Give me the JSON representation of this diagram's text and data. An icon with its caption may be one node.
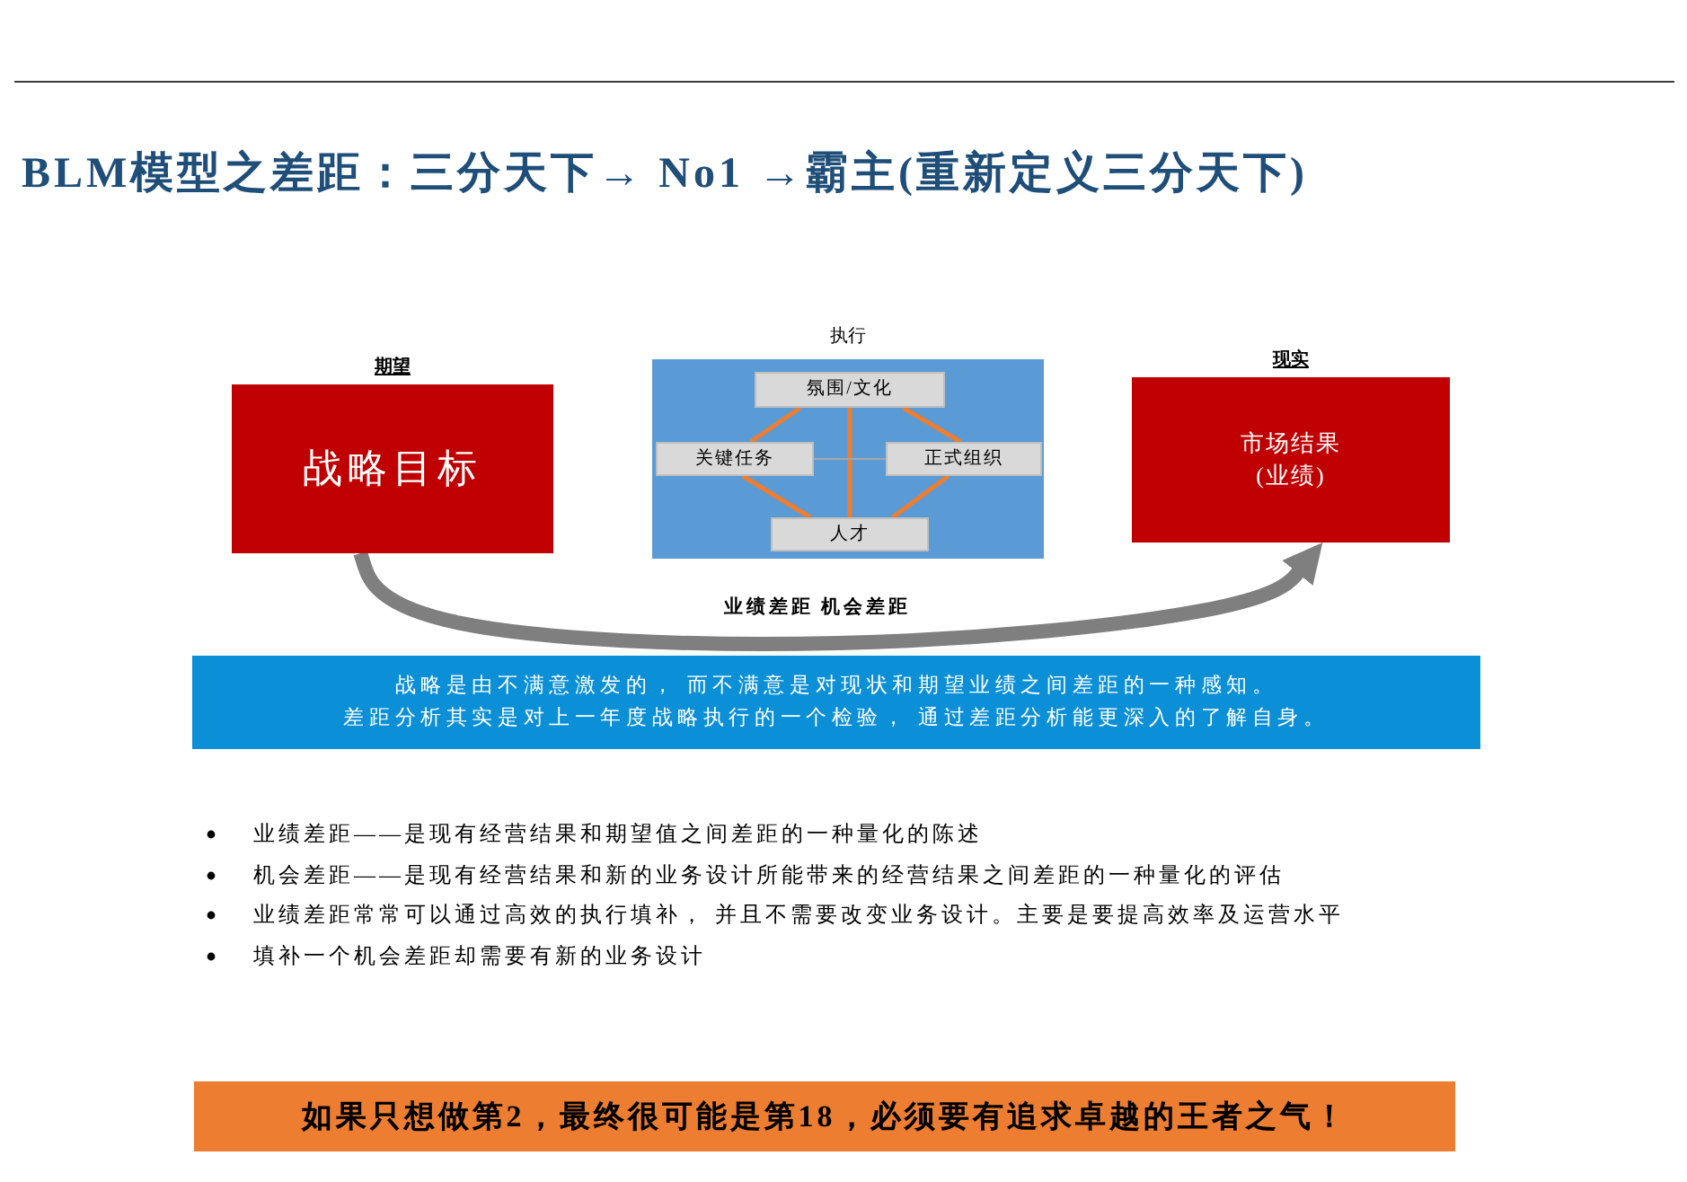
{
  "diagram": {
    "title": "BLM模型之差距：三分天下→ No1 →霸主(重新定义三分天下)",
    "nodes": [
      {
        "text": [
          "期望",
          "战略目标"
        ]
      },
      {
        "text": [
          "执行"
        ]
      },
      {
        "text": [
          "氛围/文化"
        ],
        "in": 1
      },
      {
        "text": [
          "关键任务"
        ],
        "in": 1
      },
      {
        "text": [
          "正式组织"
        ],
        "in": 1
      },
      {
        "text": [
          "人才"
        ],
        "in": 1
      },
      {
        "text": [
          "现实",
          "市场结果(业绩)"
        ]
      },
      {
        "text": [
          "战略是由不满意激发的， 而不满意是对现状和期望业绩之间差距的一种感知。",
          "差距分析其实是对上一年度战略执行的一个检验， 通过差距分析能更深入的了解自身。"
        ]
      },
      {
        "text": [
          "如果只想做第2，最终很可能是第18，必须要有追求卓越的王者之气！"
        ]
      }
    ],
    "edges": [
      {
        "from": 0,
        "to": 6,
        "arrow": "to",
        "label": "业绩差距 机会差距",
        "style": "thick",
        "color": "#7f7f7f"
      },
      {
        "from": 2,
        "to": 3,
        "arrow": "none"
      },
      {
        "from": 2,
        "to": 4,
        "arrow": "none"
      },
      {
        "from": 2,
        "to": 5,
        "arrow": "none"
      },
      {
        "from": 3,
        "to": 5,
        "arrow": "none"
      },
      {
        "from": 4,
        "to": 5,
        "arrow": "none"
      },
      {
        "from": 3,
        "to": 4,
        "arrow": "none",
        "color": "#a6a6a6"
      }
    ],
    "labels": [
      "业绩差距——是现有经营结果和期望值之间差距的一种量化的陈述",
      "机会差距——是现有经营结果和新的业务设计所能带来的经营结果之间差距的一种量化的评估",
      "业绩差距常常可以通过高效的执行填补， 并且不需要改变业务设计。主要是要提高效率及运营水平",
      "填补一个机会差距却需要有新的业务设计"
    ]
  }
}
